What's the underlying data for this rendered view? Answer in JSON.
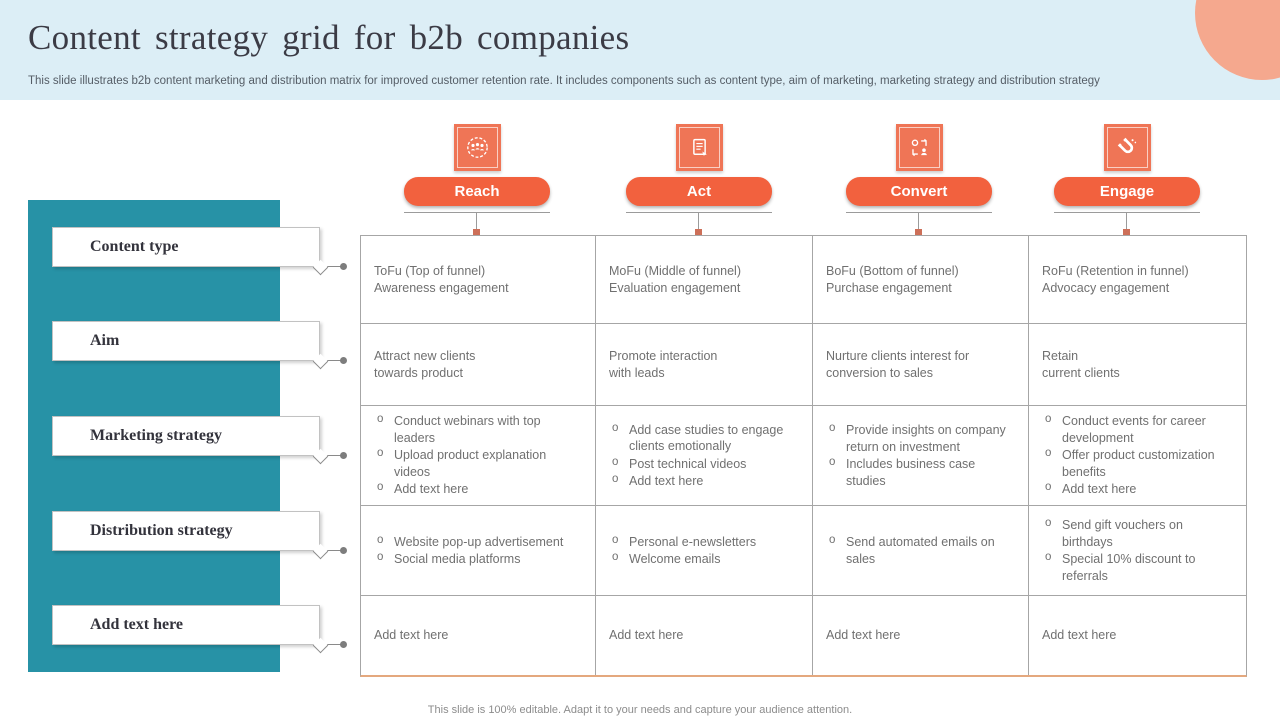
{
  "slide": {
    "title": "Content strategy grid for b2b companies",
    "subtitle": "This slide illustrates b2b content marketing and distribution matrix for improved customer retention rate. It includes components such as content type, aim of marketing, marketing strategy and distribution strategy",
    "footer": "This slide is 100% editable. Adapt it to your needs and capture your audience attention."
  },
  "stages": [
    {
      "label": "Reach",
      "icon": "audience-icon"
    },
    {
      "label": "Act",
      "icon": "document-icon"
    },
    {
      "label": "Convert",
      "icon": "conversion-icon"
    },
    {
      "label": "Engage",
      "icon": "magnet-icon"
    }
  ],
  "sidebar": {
    "labels": [
      "Content type",
      "Aim",
      "Marketing strategy",
      "Distribution strategy",
      "Add text here"
    ]
  },
  "table": {
    "rows": [
      {
        "cells": [
          {
            "lines": [
              "ToFu (Top of funnel)",
              "Awareness engagement"
            ]
          },
          {
            "lines": [
              "MoFu (Middle of funnel)",
              "Evaluation engagement"
            ]
          },
          {
            "lines": [
              "BoFu (Bottom of funnel)",
              "Purchase engagement"
            ]
          },
          {
            "lines": [
              "RoFu (Retention in funnel)",
              "Advocacy engagement"
            ]
          }
        ]
      },
      {
        "cells": [
          {
            "lines": [
              "Attract new clients",
              "towards product"
            ]
          },
          {
            "lines": [
              "Promote interaction",
              "with leads"
            ]
          },
          {
            "lines": [
              "Nurture clients interest for",
              "conversion to sales"
            ]
          },
          {
            "lines": [
              "Retain",
              "current clients"
            ]
          }
        ]
      },
      {
        "cells": [
          {
            "items": [
              "Conduct webinars with top leaders",
              "Upload product explanation videos",
              "Add text here"
            ]
          },
          {
            "items": [
              "Add case studies to engage clients emotionally",
              "Post technical videos",
              "Add text here"
            ]
          },
          {
            "items": [
              "Provide insights on company return on investment",
              "Includes business case studies"
            ]
          },
          {
            "items": [
              "Conduct events for career development",
              "Offer product customization benefits",
              "Add text here"
            ]
          }
        ]
      },
      {
        "cells": [
          {
            "items": [
              "Website pop-up advertisement",
              "Social media platforms"
            ]
          },
          {
            "items": [
              "Personal e-newsletters",
              "Welcome emails"
            ]
          },
          {
            "items": [
              "Send automated emails on sales"
            ]
          },
          {
            "items": [
              "Send gift vouchers on birthdays",
              "Special 10% discount to referrals"
            ]
          }
        ]
      },
      {
        "cells": [
          {
            "lines": [
              "Add text here"
            ]
          },
          {
            "lines": [
              "Add text here"
            ]
          },
          {
            "lines": [
              "Add text here"
            ]
          },
          {
            "lines": [
              "Add text here"
            ]
          }
        ]
      }
    ]
  },
  "colors": {
    "header_blue": "#dceef6",
    "accent_orange": "#f2613e",
    "icon_orange": "#ef7556",
    "marker_orange": "#cd6f58",
    "teal": "#2792a6",
    "circle_peach": "#f5a88e",
    "table_border": "#a6a6a6",
    "table_bottom_border": "#e4a87e",
    "body_text": "#707070"
  }
}
